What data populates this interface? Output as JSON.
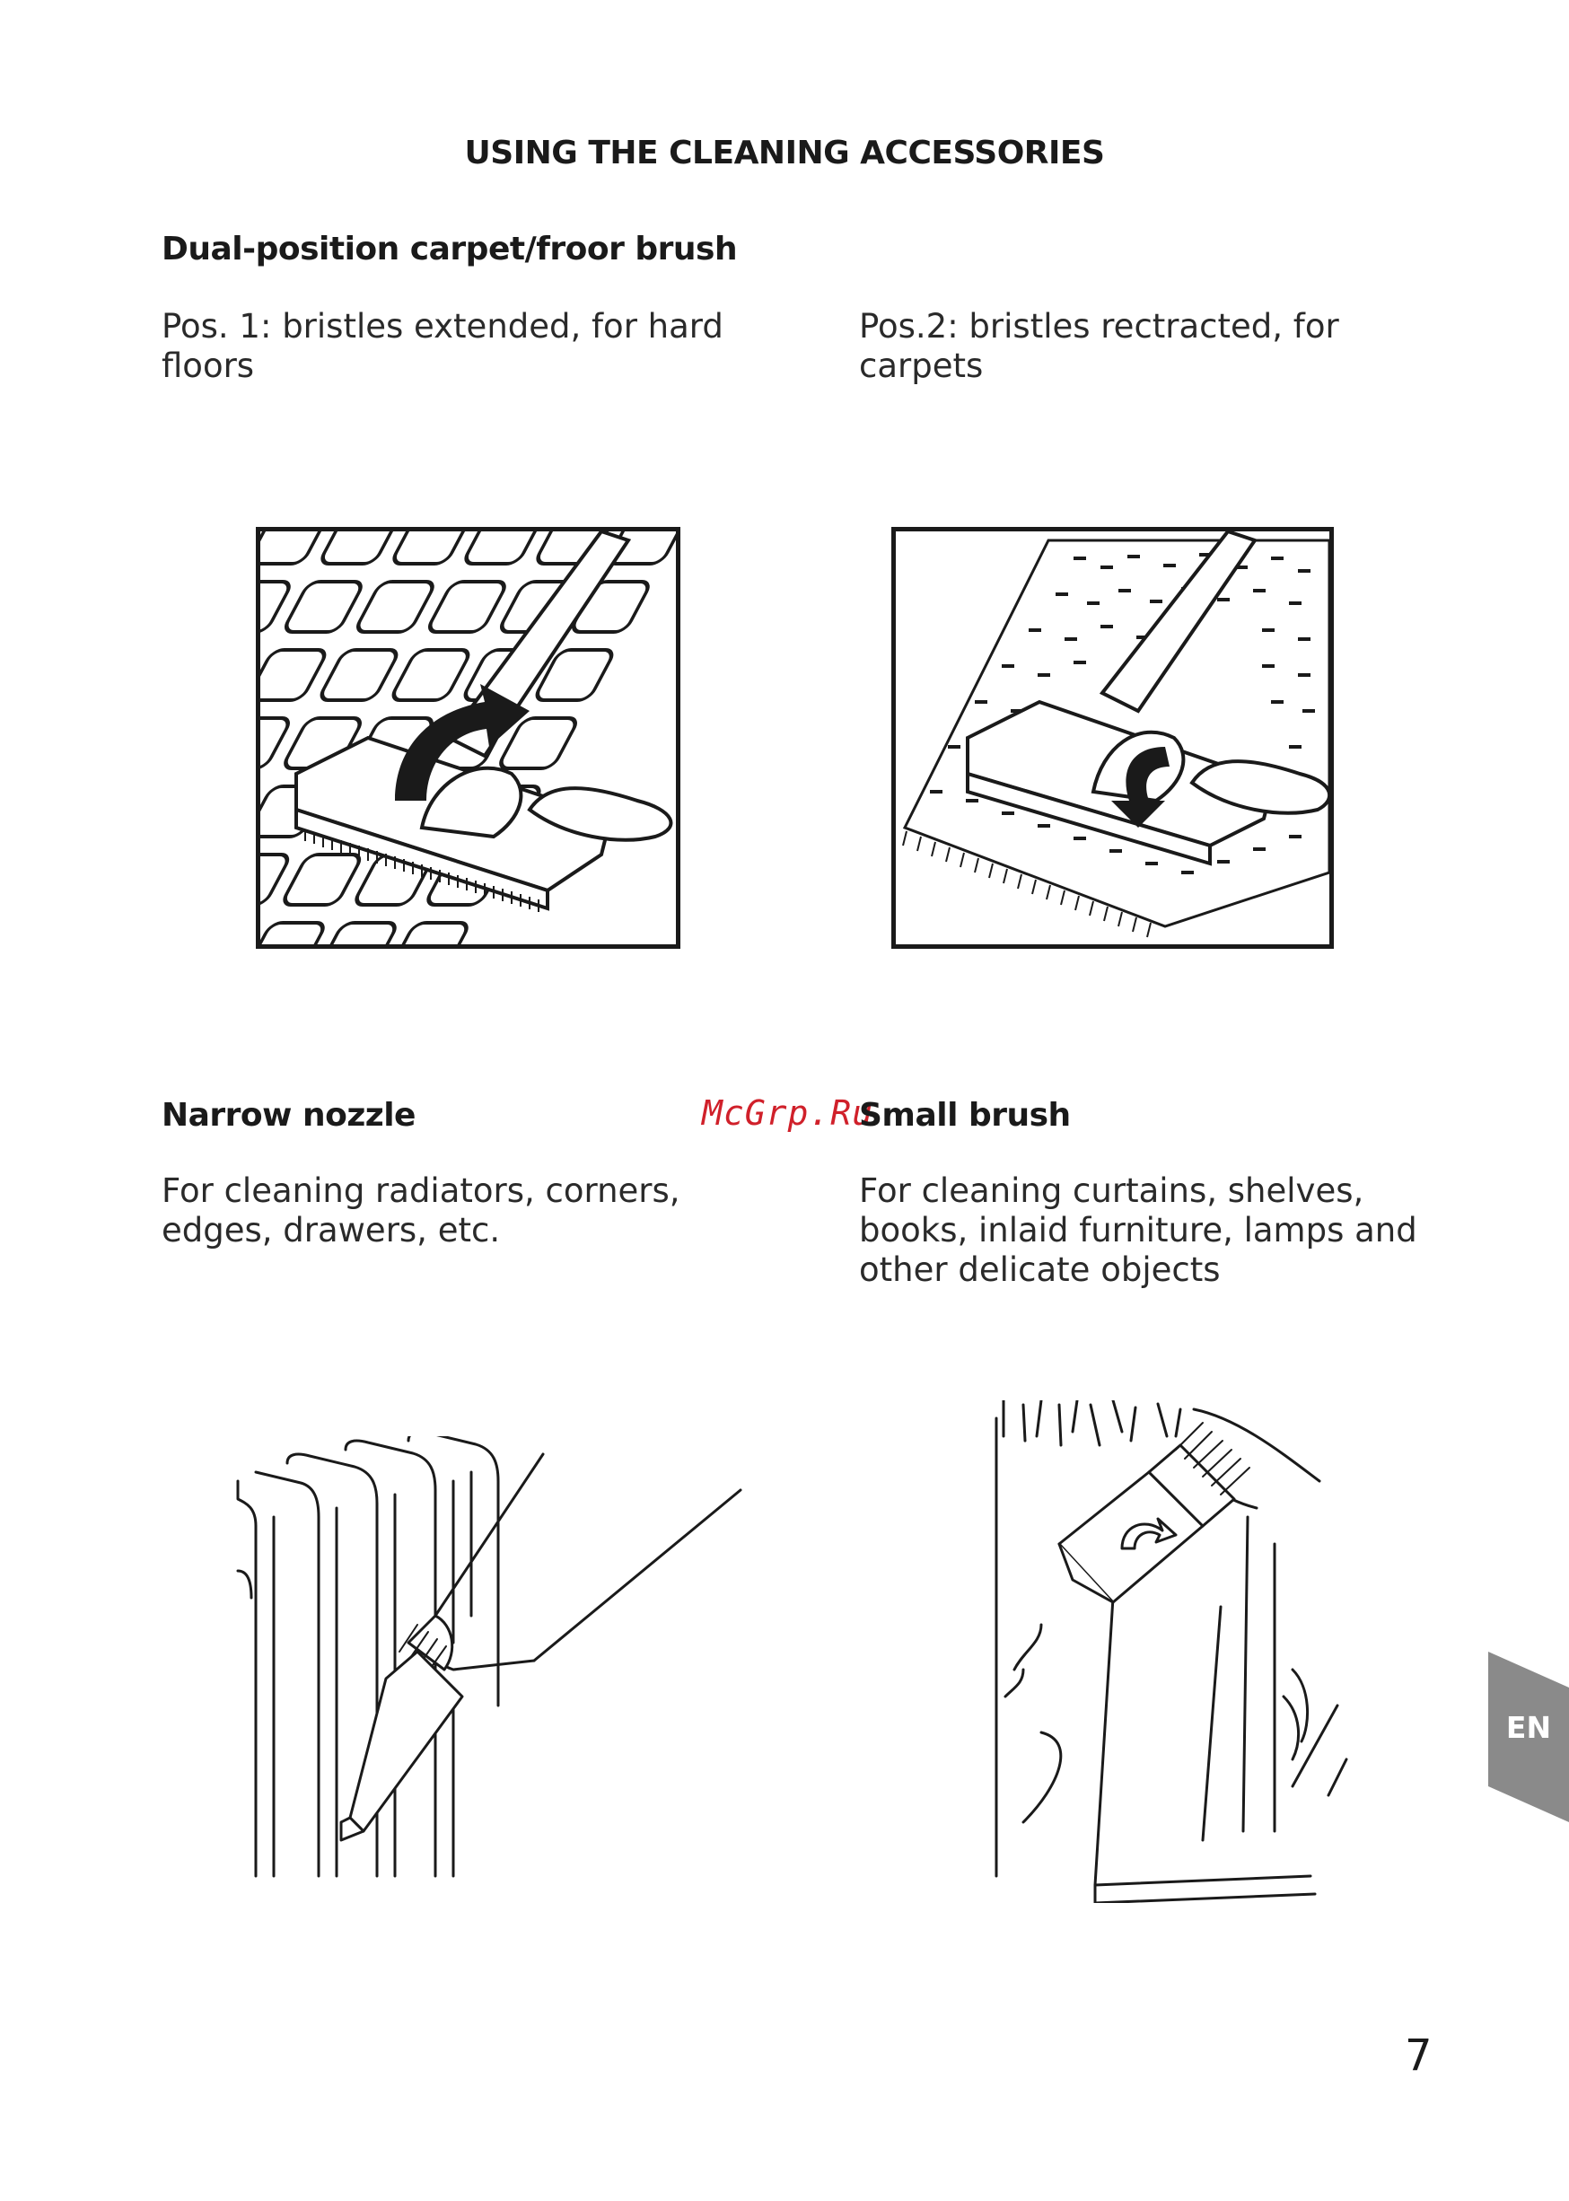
{
  "page_title": "USING THE CLEANING ACCESSORIES",
  "sections": {
    "dual_brush": {
      "heading": "Dual-position carpet/froor brush",
      "pos1": {
        "line1": "Pos. 1: bristles extended, for hard",
        "line2": "floors"
      },
      "pos2": {
        "line1": "Pos.2: bristles rectracted, for",
        "line2": "carpets"
      }
    },
    "narrow_nozzle": {
      "heading": "Narrow nozzle",
      "line1": "For cleaning radiators, corners,",
      "line2": "edges, drawers, etc."
    },
    "small_brush": {
      "heading": "Small brush",
      "line1": "For cleaning curtains, shelves,",
      "line2": "books, inlaid furniture, lamps and",
      "line3": "other delicate objects"
    }
  },
  "watermark": "McGrp.Ru",
  "language_tab": "EN",
  "page_number": "7",
  "colors": {
    "text": "#1a1a1a",
    "watermark": "#d0202a",
    "tab": "#8a8a8a"
  }
}
